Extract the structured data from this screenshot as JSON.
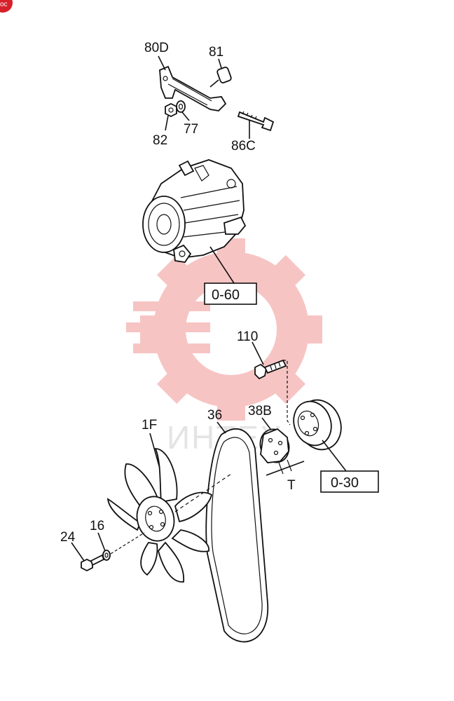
{
  "labels": {
    "p80d": "80D",
    "p81": "81",
    "p82": "82",
    "p77": "77",
    "p86c": "86C",
    "p110": "110",
    "p38b": "38B",
    "p36": "36",
    "p1f": "1F",
    "p16": "16",
    "p24": "24",
    "t": "T"
  },
  "refs": {
    "alternator": "0-60",
    "pulley": "0-30"
  },
  "watermark": {
    "text": "ИНТЕХ",
    "color": "#e84b4b"
  },
  "corner_badge": {
    "text": "oc",
    "color": "#d6202a"
  }
}
